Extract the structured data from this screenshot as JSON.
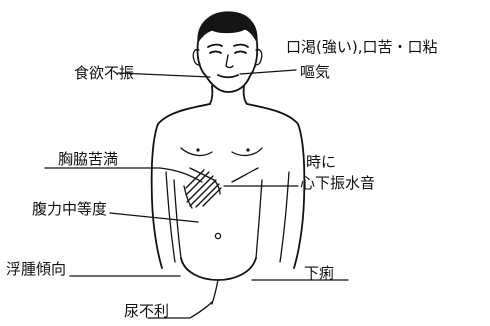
{
  "labels": {
    "thirst": "口渇(強い),口苦・口粘",
    "nausea": "嘔気",
    "appetite": "食欲不振",
    "chest": "胸脇苦満",
    "splash_1": "時に",
    "splash_2": "心下振水音",
    "abdomen": "腹力中等度",
    "edema": "浮腫傾向",
    "diarrhea": "下痢",
    "urine": "尿不利"
  }
}
